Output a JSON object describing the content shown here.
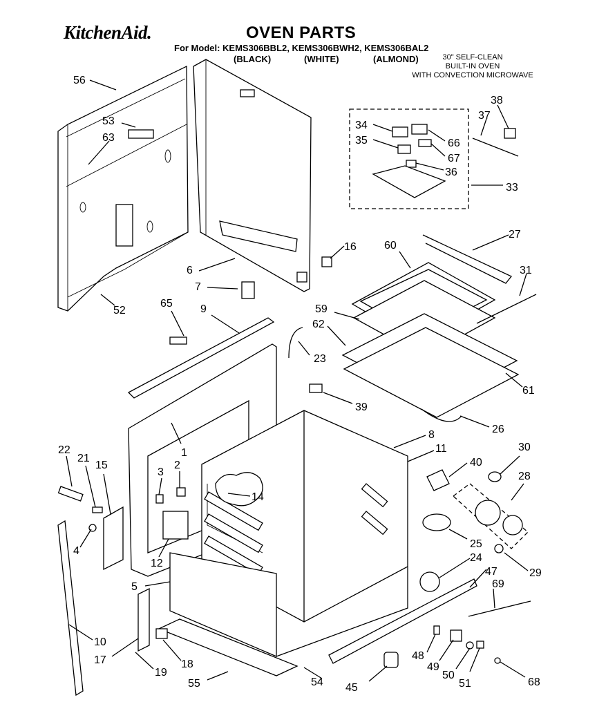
{
  "header": {
    "brand": "KitchenAid.",
    "title": "OVEN PARTS",
    "model_line": "For Model: KEMS306BBL2, KEMS306BWH2, KEMS306BAL2",
    "finishes": [
      "(BLACK)",
      "(WHITE)",
      "(ALMOND)"
    ],
    "description": [
      "30\" SELF-CLEAN",
      "BUILT-IN OVEN",
      "WITH CONVECTION MICROWAVE"
    ]
  },
  "callouts": [
    "56",
    "53",
    "63",
    "6",
    "7",
    "52",
    "65",
    "9",
    "16",
    "60",
    "27",
    "31",
    "59",
    "62",
    "61",
    "26",
    "23",
    "39",
    "1",
    "8",
    "11",
    "40",
    "30",
    "28",
    "22",
    "21",
    "15",
    "3",
    "2",
    "14",
    "4",
    "12",
    "5",
    "25",
    "29",
    "24",
    "47",
    "69",
    "10",
    "17",
    "19",
    "18",
    "55",
    "54",
    "45",
    "48",
    "49",
    "50",
    "51",
    "68",
    "34",
    "35",
    "66",
    "67",
    "36",
    "33",
    "38",
    "37"
  ],
  "colors": {
    "ink": "#000000",
    "paper": "#ffffff"
  }
}
